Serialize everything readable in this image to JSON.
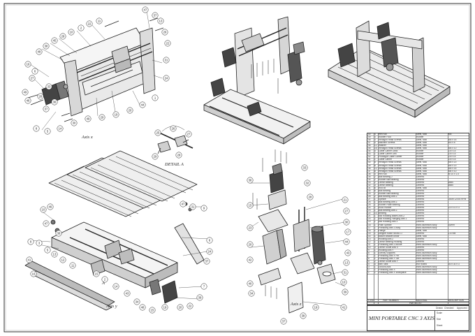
{
  "drawing": {
    "title": "MINI PORTABLE CNC 3 AXIS",
    "views": {
      "axis_x": "Axis x",
      "axis_y": "Axis y",
      "axis_z": "Axis z",
      "detail_a": "DETAIL A",
      "detail_marker": "A"
    }
  },
  "bom": {
    "header": {
      "item": "ITEM NO.",
      "part": "PART NUMBER",
      "material": "MATERIAL",
      "description": "DESCRIPTION"
    },
    "parts_list_label": "PARTS LIST",
    "rows": [
      {
        "no": "50",
        "qty": "4",
        "desc": "Hex Nut",
        "mat": "Steel, Mild",
        "spec": "M5"
      },
      {
        "no": "49",
        "qty": "4",
        "desc": "Rubber Foot",
        "mat": "Rubber",
        "spec": ""
      },
      {
        "no": "48",
        "qty": "4",
        "desc": "Hexagon Head Screws",
        "mat": "Steel, Mild",
        "spec": "M5 x 16"
      },
      {
        "no": "47",
        "qty": "4",
        "desc": "Machine Screws",
        "mat": "Steel, Mild",
        "spec": "M3 x 8"
      },
      {
        "no": "46",
        "qty": "12",
        "desc": "Washer",
        "mat": "Steel, Mild",
        "spec": ""
      },
      {
        "no": "45",
        "qty": "16",
        "desc": "Hexagon Head Screws",
        "mat": "Steel, Mild",
        "spec": "M5 x 10"
      },
      {
        "no": "44",
        "qty": "4",
        "desc": "Cable Carrier Links",
        "mat": "Rubber",
        "spec": "15 x 15"
      },
      {
        "no": "43",
        "qty": "1",
        "desc": "Cable Carrier Link",
        "mat": "Rubber",
        "spec": "15 x 15"
      },
      {
        "no": "42",
        "qty": "1",
        "desc": "Prototype Cable Carrier",
        "mat": "Rubber",
        "spec": "15 x 15"
      },
      {
        "no": "41",
        "qty": "1",
        "desc": "Cable Carrier",
        "mat": "Rubber",
        "spec": "15 x 15"
      },
      {
        "no": "40",
        "qty": "8",
        "desc": "Hexagon Head Screws",
        "mat": "Steel, Mild",
        "spec": "M5 x 20"
      },
      {
        "no": "39",
        "qty": "8",
        "desc": "Hexagon Head Screws",
        "mat": "Steel, Mild",
        "spec": "M5 x 20"
      },
      {
        "no": "38",
        "qty": "12",
        "desc": "Hexagon Head Screws",
        "mat": "Steel, Mild",
        "spec": "M5 x 16"
      },
      {
        "no": "37",
        "qty": "8",
        "desc": "Hexagon Head Screws",
        "mat": "Steel, Mild",
        "spec": "M4 x 10"
      },
      {
        "no": "36",
        "qty": "4",
        "desc": "Hex Nut",
        "mat": "Steel, Mild",
        "spec": "M 10 x 1.5"
      },
      {
        "no": "35",
        "qty": "2",
        "desc": "Ball Bearing 2",
        "mat": "Generic",
        "spec": ""
      },
      {
        "no": "34",
        "qty": "2",
        "desc": "Rubber Ball Bearing",
        "mat": "Generic",
        "spec": ""
      },
      {
        "no": "33",
        "qty": "2",
        "desc": "Linear Bearing",
        "mat": "Generic",
        "spec": "8650"
      },
      {
        "no": "32",
        "qty": "3",
        "desc": "Linear Bearing",
        "mat": "Generic",
        "spec": "8650"
      },
      {
        "no": "31",
        "qty": "6",
        "desc": "Rod 8x",
        "mat": "Steel, Mild",
        "spec": ""
      },
      {
        "no": "30",
        "qty": "6",
        "desc": "Ball Bearing",
        "mat": "Generic",
        "spec": ""
      },
      {
        "no": "29",
        "qty": "2",
        "desc": "Rubber Ball Bearing",
        "mat": "Generic",
        "spec": ""
      },
      {
        "no": "28",
        "qty": "2",
        "desc": "Ball Bearing Axis Z",
        "mat": "Generic",
        "spec": ""
      },
      {
        "no": "27",
        "qty": "1",
        "desc": "Spindle",
        "mat": "Generic",
        "spec": "300w 12000 RPM"
      },
      {
        "no": "26",
        "qty": "1",
        "desc": "Ball Bearing Axis Z",
        "mat": "Generic",
        "spec": ""
      },
      {
        "no": "25",
        "qty": "1",
        "desc": "Rubber Plate Bearing",
        "mat": "Generic",
        "spec": ""
      },
      {
        "no": "24",
        "qty": "1",
        "desc": "Rock Hunker",
        "mat": "Generic",
        "spec": "10 x 10 x 3"
      },
      {
        "no": "23",
        "qty": "1",
        "desc": "Ball Bearing Axis Z",
        "mat": "Generic",
        "spec": ""
      },
      {
        "no": "22",
        "qty": "10",
        "desc": "Bearing",
        "mat": "Generic",
        "spec": ""
      },
      {
        "no": "21",
        "qty": "1",
        "desc": "Mid Rotating Bases Axis Z",
        "mat": "Generic",
        "spec": ""
      },
      {
        "no": "20",
        "qty": "1",
        "desc": "Mid Rotating Flanging Axis Z",
        "mat": "Generic",
        "spec": ""
      },
      {
        "no": "19",
        "qty": "1",
        "desc": "Mid Rotating Axis Z",
        "mat": "Generic",
        "spec": ""
      },
      {
        "no": "18",
        "qty": "1",
        "desc": "Plain Spindle",
        "mat": "Hard Aluminum Alloy",
        "spec": "52mm"
      },
      {
        "no": "17",
        "qty": "1",
        "desc": "Pinnacing Axis Z Assy",
        "mat": "Hard Aluminum Alloy",
        "spec": ""
      },
      {
        "no": "16",
        "qty": "1",
        "desc": "Flange",
        "mat": "Steel, Mild",
        "spec": ""
      },
      {
        "no": "15",
        "qty": "1",
        "desc": "Stepper Motor NEMA 17",
        "mat": "Generic",
        "spec": "1.8 NM"
      },
      {
        "no": "14",
        "qty": "1",
        "desc": "Mount Bracket Motor",
        "mat": "Steel, Mild",
        "spec": ""
      },
      {
        "no": "13",
        "qty": "1",
        "desc": "Housing Axis Z",
        "mat": "Generic",
        "spec": ""
      },
      {
        "no": "12",
        "qty": "1",
        "desc": "Linear Bearing Housing",
        "mat": "Generic",
        "spec": ""
      },
      {
        "no": "11",
        "qty": "1",
        "desc": "Pinnacing Axis Z Anode",
        "mat": "Hard Aluminum Alloy",
        "spec": ""
      },
      {
        "no": "10",
        "qty": "3",
        "desc": "Linear Guide Axis X",
        "mat": "Generic",
        "spec": ""
      },
      {
        "no": "9",
        "qty": "1",
        "desc": "Housing Axis Y",
        "mat": "Generic",
        "spec": ""
      },
      {
        "no": "8",
        "qty": "1",
        "desc": "Gravity Supports",
        "mat": "Hard Aluminum Alloy",
        "spec": ""
      },
      {
        "no": "7",
        "qty": "1",
        "desc": "Pinnacing Axis X Pin",
        "mat": "Hard Aluminum Alloy",
        "spec": ""
      },
      {
        "no": "6",
        "qty": "1",
        "desc": "Pinnacing Axis Y Set",
        "mat": "Hard Aluminum Alloy",
        "spec": ""
      },
      {
        "no": "5",
        "qty": "2",
        "desc": "Linear Guide Axis Y",
        "mat": "Generic",
        "spec": ""
      },
      {
        "no": "4",
        "qty": "4",
        "desc": "Mini Tabs",
        "mat": "Hot Rolled",
        "spec": "50 x 30 x 3"
      },
      {
        "no": "3",
        "qty": "1",
        "desc": "Ground Axis",
        "mat": "Hard Aluminum Alloy",
        "spec": ""
      },
      {
        "no": "2",
        "qty": "1",
        "desc": "Pinnacing Axis X",
        "mat": "Hard Aluminum Alloy",
        "spec": ""
      },
      {
        "no": "1",
        "qty": "1",
        "desc": "Pinnacing Axis X Workplace",
        "mat": "Hard Aluminum Alloy",
        "spec": ""
      }
    ]
  },
  "title_block": {
    "scale_label": "Scale",
    "sheet_label": "Sheet",
    "size_label": "Size",
    "drawn_label": "Drawn",
    "checked_label": "Checked",
    "approved_label": "Approved"
  },
  "balloons": {
    "axis_x": [
      "49",
      "46",
      "27",
      "16",
      "6",
      "48",
      "38",
      "45",
      "28",
      "10",
      "2",
      "22",
      "11",
      "47",
      "37",
      "13",
      "26",
      "22",
      "31",
      "24",
      "1",
      "44",
      "20",
      "19",
      "29",
      "49",
      "30",
      "14",
      "5",
      "8",
      "37",
      "36",
      "28",
      "33"
    ],
    "axis_y": [
      "10",
      "46",
      "47",
      "3",
      "8",
      "38",
      "47",
      "31",
      "9",
      "6",
      "24",
      "37",
      "7",
      "39",
      "22",
      "20",
      "19",
      "15",
      "48",
      "34",
      "43",
      "14",
      "2",
      "15",
      "11",
      "12",
      "13",
      "5",
      "16",
      "41"
    ],
    "detail_a": [
      "25",
      "26",
      "27",
      "28",
      "29"
    ],
    "axis_z": [
      "36",
      "15",
      "23",
      "20",
      "42",
      "40",
      "34",
      "33",
      "32",
      "28",
      "21",
      "27",
      "30",
      "17",
      "44",
      "43",
      "13",
      "31",
      "10",
      "39",
      "41",
      "19",
      "38",
      "37"
    ]
  }
}
